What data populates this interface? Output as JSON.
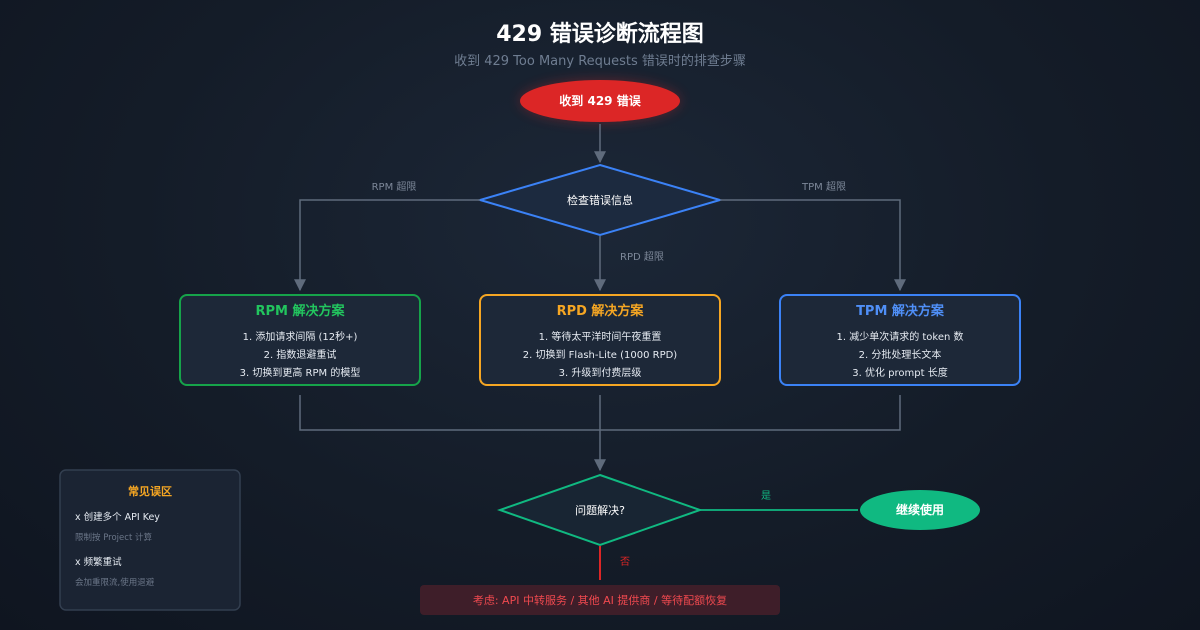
{
  "header": {
    "title": "429 错误诊断流程图",
    "subtitle": "收到 429 Too Many Requests 错误时的排查步骤"
  },
  "colors": {
    "start_red": "#dc2626",
    "rpm_green": "#16a34a",
    "rpd_orange": "#f5a623",
    "tpm_blue": "#3b82f6",
    "success_green": "#10b981",
    "line_gray": "#5f6b7c"
  },
  "start": {
    "label": "收到 429 错误"
  },
  "check": {
    "label": "检查错误信息"
  },
  "edges": {
    "rpm": "RPM 超限",
    "rpd": "RPD 超限",
    "tpm": "TPM 超限",
    "yes": "是",
    "no": "否"
  },
  "solutions": {
    "rpm": {
      "title": "RPM 解决方案",
      "steps": [
        "1. 添加请求间隔 (12秒+)",
        "2. 指数退避重试",
        "3. 切换到更高 RPM 的模型"
      ]
    },
    "rpd": {
      "title": "RPD 解决方案",
      "steps": [
        "1. 等待太平洋时间午夜重置",
        "2. 切换到 Flash-Lite (1000 RPD)",
        "3. 升级到付费层级"
      ]
    },
    "tpm": {
      "title": "TPM 解决方案",
      "steps": [
        "1. 减少单次请求的 token 数",
        "2. 分批处理长文本",
        "3. 优化 prompt 长度"
      ]
    }
  },
  "resolved": {
    "label": "问题解决?"
  },
  "continue": {
    "label": "继续使用"
  },
  "fallback": {
    "label": "考虑: API 中转服务 / 其他 AI 提供商 / 等待配额恢复"
  },
  "misconceptions": {
    "title": "常见误区",
    "items": [
      {
        "text": "x 创建多个 API Key",
        "note": "限制按 Project 计算"
      },
      {
        "text": "x 频繁重试",
        "note": "会加重限流,使用退避"
      }
    ]
  }
}
